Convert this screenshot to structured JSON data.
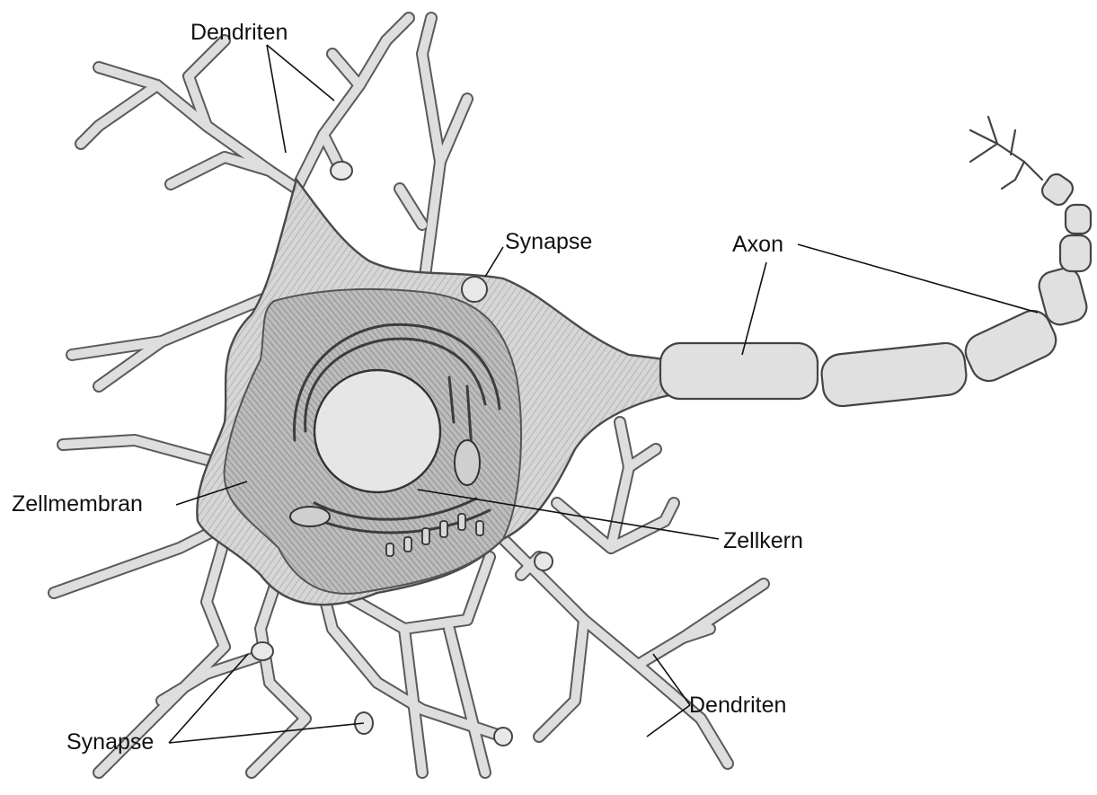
{
  "labels": {
    "dendriten_top": "Dendriten",
    "synapse_top": "Synapse",
    "axon": "Axon",
    "zellmembran": "Zellmembran",
    "zellkern": "Zellkern",
    "synapse_bottom": "Synapse",
    "dendriten_bottom": "Dendriten"
  }
}
